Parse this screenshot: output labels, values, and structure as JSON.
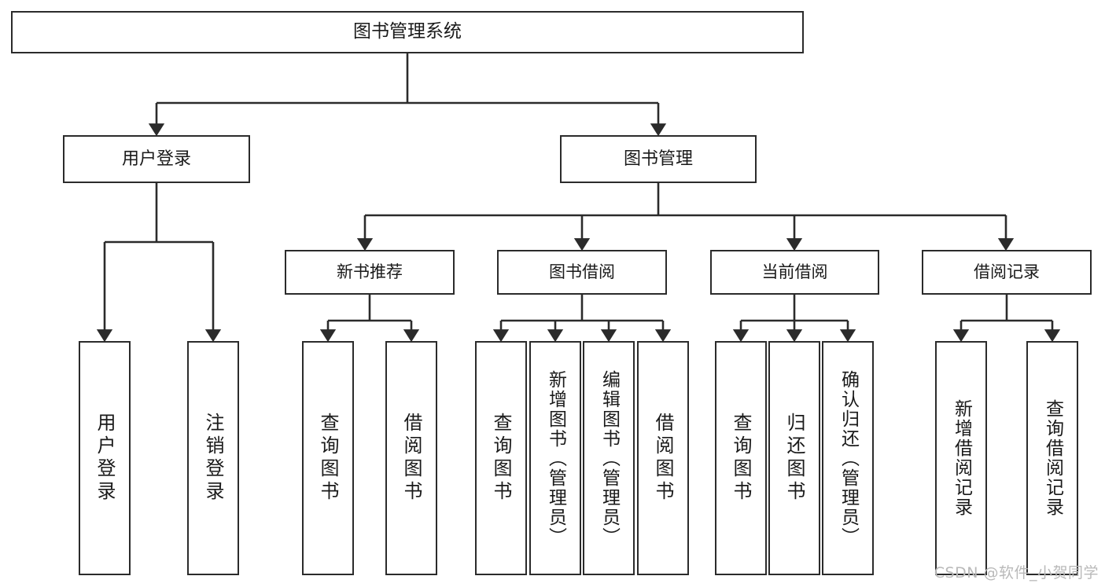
{
  "diagram": {
    "type": "tree-hierarchy",
    "title": "图书管理系统",
    "watermark": "CSDN @软件_小贺同学",
    "colors": {
      "box_border": "#2b2b2b",
      "box_fill": "#ffffff",
      "connector": "#2b2b2b",
      "text": "#1a1a1a",
      "watermark": "#b9b9b9",
      "background": "#ffffff"
    },
    "root": {
      "label": "图书管理系统"
    },
    "level1": [
      {
        "label": "用户登录"
      },
      {
        "label": "图书管理"
      }
    ],
    "level2": [
      {
        "label": "新书推荐"
      },
      {
        "label": "图书借阅"
      },
      {
        "label": "当前借阅"
      },
      {
        "label": "借阅记录"
      }
    ],
    "leaves": {
      "user_login": [
        {
          "label": "用户登录"
        },
        {
          "label": "注销登录"
        }
      ],
      "new_book_recommend": [
        {
          "label": "查询图书"
        },
        {
          "label": "借阅图书"
        }
      ],
      "book_borrow": [
        {
          "label": "查询图书"
        },
        {
          "label": "新增图书（管理员）"
        },
        {
          "label": "编辑图书（管理员）"
        },
        {
          "label": "借阅图书"
        }
      ],
      "current_borrow": [
        {
          "label": "查询图书"
        },
        {
          "label": "归还图书"
        },
        {
          "label": "确认归还（管理员）"
        }
      ],
      "borrow_record": [
        {
          "label": "新增借阅记录"
        },
        {
          "label": "查询借阅记录"
        }
      ]
    }
  }
}
